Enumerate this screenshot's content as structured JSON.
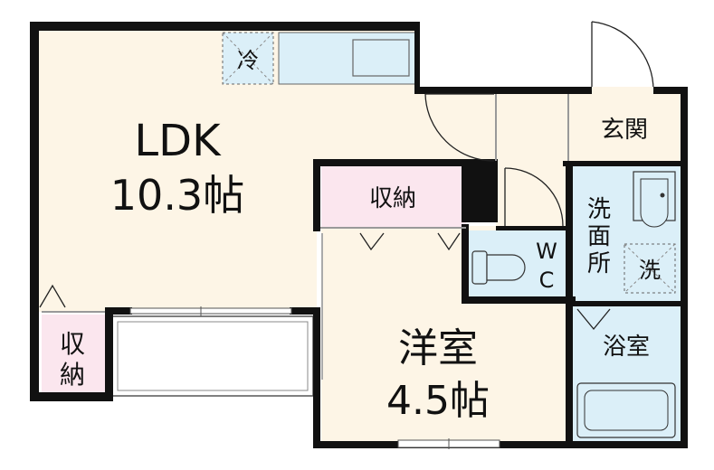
{
  "rooms": {
    "ldk": {
      "name": "LDK",
      "size": "10.3帖"
    },
    "yoshitsu": {
      "name": "洋室",
      "size": "4.5帖"
    },
    "genkan": {
      "name": "玄関"
    },
    "senmenjo": {
      "chars": [
        "洗",
        "面",
        "所"
      ]
    },
    "yokushitsu": {
      "name": "浴室"
    },
    "wc": {
      "chars": [
        "W",
        "C"
      ]
    },
    "storage_upper": {
      "name": "収納"
    },
    "storage_left": {
      "chars": [
        "収",
        "納"
      ]
    }
  },
  "fixtures": {
    "fridge": "冷",
    "washer": "洗"
  },
  "colors": {
    "floor": "#fdf5e6",
    "storage": "#fbe6ee",
    "wet_area": "#dbeff8",
    "wall": "#111111"
  }
}
